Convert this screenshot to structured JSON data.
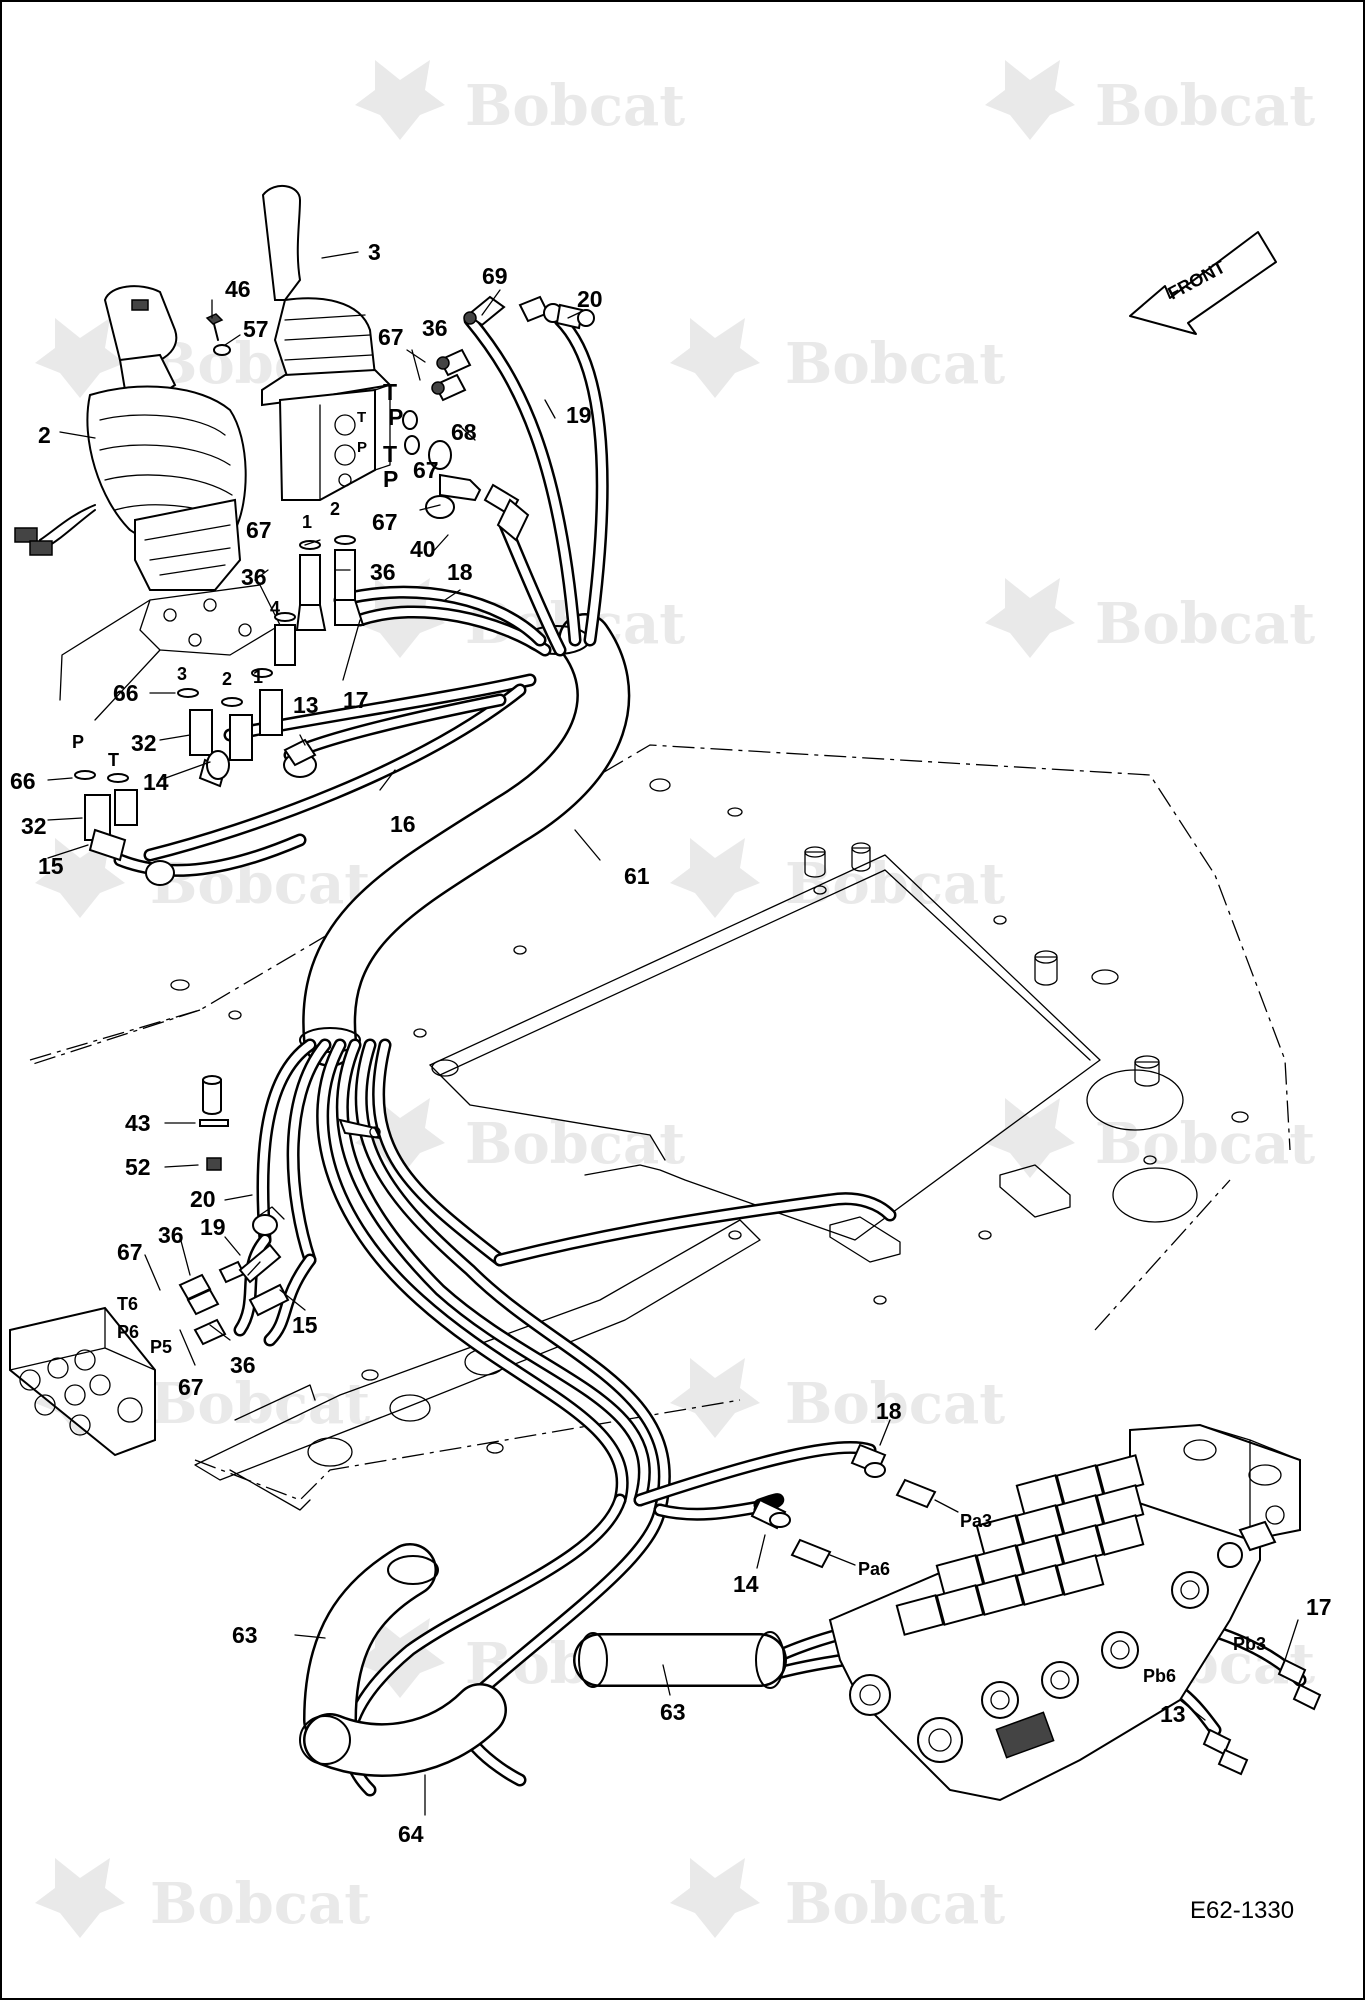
{
  "watermark": {
    "brand": "Bobcat"
  },
  "drawing_code": "E62-1330",
  "front_arrow": {
    "label": "FRONT"
  },
  "callouts": {
    "c3": "3",
    "c46": "46",
    "c57": "57",
    "c2": "2",
    "c69": "69",
    "c20_top": "20",
    "c67_t1": "67",
    "c36_t1": "36",
    "c19_top": "19",
    "c67_t2": "67",
    "c68": "68",
    "c40": "40",
    "c67_l1": "67",
    "c67_l2": "67",
    "c36_l1": "36",
    "c36_l2": "36",
    "c18_top": "18",
    "c17_top": "17",
    "c66_a": "66",
    "c32_a": "32",
    "c14_top": "14",
    "c13_top": "13",
    "c16": "16",
    "c66_b": "66",
    "c32_b": "32",
    "c15_top": "15",
    "c61": "61",
    "c43": "43",
    "c52": "52",
    "c20_mid": "20",
    "c36_m1": "36",
    "c19_mid": "19",
    "c67_m1": "67",
    "c15_mid": "15",
    "c36_m2": "36",
    "c67_m2": "67",
    "c18_bot": "18",
    "c14_bot": "14",
    "c63_a": "63",
    "c63_b": "63",
    "c64": "64",
    "c17_bot": "17",
    "c13_bot": "13"
  },
  "port_marks": {
    "t_top": "T",
    "p_top": "P",
    "t_mid": "T",
    "p_mid": "P",
    "n1_top": "1",
    "n2_top": "2",
    "n4": "4",
    "n3": "3",
    "n2_low": "2",
    "n1_low": "1",
    "p_left": "P",
    "t_left": "T",
    "small_t": "T",
    "small_p": "P"
  },
  "valve_ports": {
    "pa3": "Pa3",
    "pa6": "Pa6",
    "pb3": "Pb3",
    "pb6": "Pb6",
    "t6": "T6",
    "p6": "P6",
    "p5": "P5"
  }
}
